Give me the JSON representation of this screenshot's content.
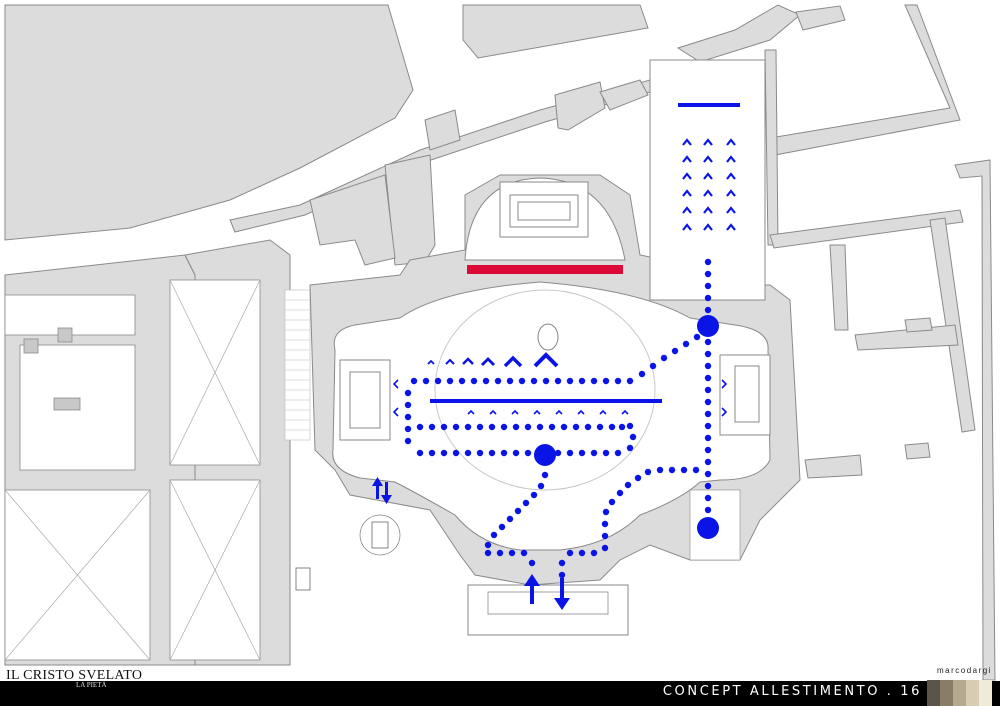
{
  "footer": {
    "title": "CONCEPT ALLESTIMENTO . 16",
    "author": "marcodargi",
    "logo_main": "IL CRISTO SVELATO",
    "logo_sub": "LA PIETÀ"
  },
  "colors": {
    "background": "#ffffff",
    "building_fill": "#dcdcdc",
    "building_stroke": "#8a8a8a",
    "route_blue": "#0a14e6",
    "altar_red": "#dc0a36",
    "footer_black": "#000000",
    "swatches": [
      "#5b544b",
      "#8a7d68",
      "#b5a98f",
      "#d8cdb4",
      "#f0ead9"
    ]
  },
  "legend_icons": [
    "up-chevron-icon",
    "dot-path-icon",
    "stop-circle-icon",
    "entry-arrow-icon",
    "exit-arrow-icon",
    "bidirectional-arrows-icon"
  ]
}
